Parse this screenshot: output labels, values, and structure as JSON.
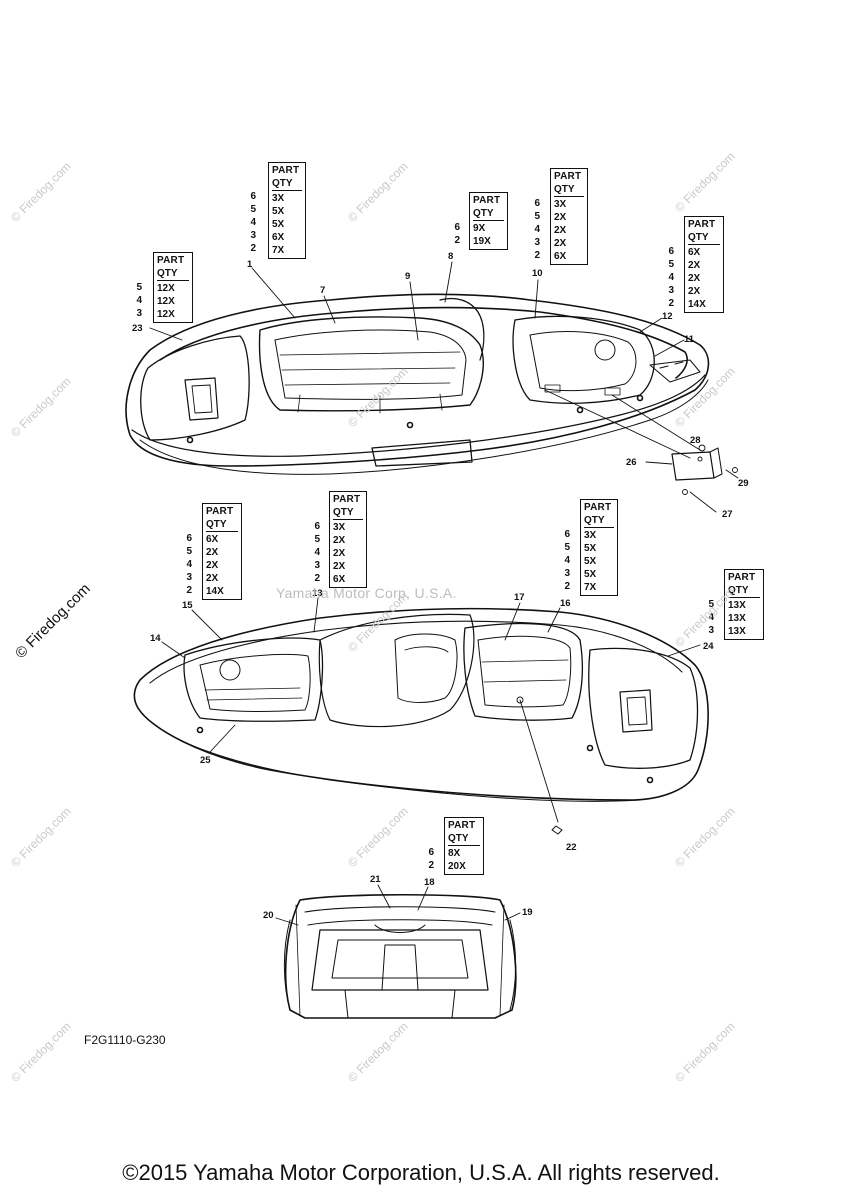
{
  "figure_code": "F2G1110-G230",
  "copyright": "©2015 Yamaha Motor Corporation, U.S.A. All rights reserved.",
  "corp_watermark": "Yamaha Motor Corp, U.S.A.",
  "site_watermark": "© Firedog.com",
  "qty_header": {
    "line1": "PART",
    "line2": "QTY"
  },
  "qty_tables": [
    {
      "id": "t1",
      "rows": [
        {
          "part": "6",
          "qty": "3X"
        },
        {
          "part": "5",
          "qty": "5X"
        },
        {
          "part": "4",
          "qty": "5X"
        },
        {
          "part": "3",
          "qty": "6X"
        },
        {
          "part": "2",
          "qty": "7X"
        }
      ]
    },
    {
      "id": "t2",
      "rows": [
        {
          "part": "5",
          "qty": "12X"
        },
        {
          "part": "4",
          "qty": "12X"
        },
        {
          "part": "3",
          "qty": "12X"
        }
      ]
    },
    {
      "id": "t3",
      "rows": [
        {
          "part": "6",
          "qty": "9X"
        },
        {
          "part": "2",
          "qty": "19X"
        }
      ]
    },
    {
      "id": "t4",
      "rows": [
        {
          "part": "6",
          "qty": "3X"
        },
        {
          "part": "5",
          "qty": "2X"
        },
        {
          "part": "4",
          "qty": "2X"
        },
        {
          "part": "3",
          "qty": "2X"
        },
        {
          "part": "2",
          "qty": "6X"
        }
      ]
    },
    {
      "id": "t5",
      "rows": [
        {
          "part": "6",
          "qty": "6X"
        },
        {
          "part": "5",
          "qty": "2X"
        },
        {
          "part": "4",
          "qty": "2X"
        },
        {
          "part": "3",
          "qty": "2X"
        },
        {
          "part": "2",
          "qty": "14X"
        }
      ]
    },
    {
      "id": "t6",
      "rows": [
        {
          "part": "6",
          "qty": "6X"
        },
        {
          "part": "5",
          "qty": "2X"
        },
        {
          "part": "4",
          "qty": "2X"
        },
        {
          "part": "3",
          "qty": "2X"
        },
        {
          "part": "2",
          "qty": "14X"
        }
      ]
    },
    {
      "id": "t7",
      "rows": [
        {
          "part": "6",
          "qty": "3X"
        },
        {
          "part": "5",
          "qty": "2X"
        },
        {
          "part": "4",
          "qty": "2X"
        },
        {
          "part": "3",
          "qty": "2X"
        },
        {
          "part": "2",
          "qty": "6X"
        }
      ]
    },
    {
      "id": "t8",
      "rows": [
        {
          "part": "6",
          "qty": "3X"
        },
        {
          "part": "5",
          "qty": "5X"
        },
        {
          "part": "4",
          "qty": "5X"
        },
        {
          "part": "3",
          "qty": "5X"
        },
        {
          "part": "2",
          "qty": "7X"
        }
      ]
    },
    {
      "id": "t9",
      "rows": [
        {
          "part": "5",
          "qty": "13X"
        },
        {
          "part": "4",
          "qty": "13X"
        },
        {
          "part": "3",
          "qty": "13X"
        }
      ]
    },
    {
      "id": "t10",
      "rows": [
        {
          "part": "6",
          "qty": "8X"
        },
        {
          "part": "2",
          "qty": "20X"
        }
      ]
    }
  ],
  "callouts": [
    "1",
    "7",
    "9",
    "8",
    "10",
    "11",
    "12",
    "23",
    "26",
    "28",
    "29",
    "27",
    "15",
    "14",
    "13",
    "17",
    "16",
    "24",
    "25",
    "22",
    "21",
    "18",
    "20",
    "19"
  ]
}
